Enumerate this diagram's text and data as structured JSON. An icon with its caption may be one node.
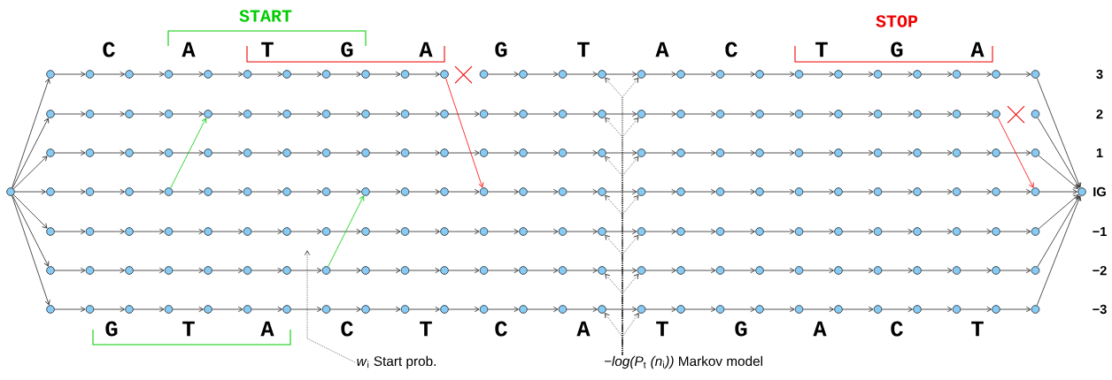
{
  "diagram": {
    "nodes": [
      {
        "text": [],
        "shape": "circle"
      },
      {
        "text": [],
        "shape": "circle"
      },
      {
        "text": [],
        "shape": "circle"
      },
      {
        "text": [],
        "shape": "circle"
      },
      {
        "text": [],
        "shape": "circle"
      },
      {
        "text": [],
        "shape": "circle"
      },
      {
        "text": [],
        "shape": "circle"
      },
      {
        "text": [],
        "shape": "circle"
      },
      {
        "text": [],
        "shape": "circle"
      },
      {
        "text": [],
        "shape": "circle"
      },
      {
        "text": [],
        "shape": "circle"
      },
      {
        "text": [],
        "shape": "circle"
      },
      {
        "text": [],
        "shape": "circle"
      },
      {
        "text": [],
        "shape": "circle"
      },
      {
        "text": [],
        "shape": "circle"
      },
      {
        "text": [],
        "shape": "circle"
      },
      {
        "text": [],
        "shape": "circle"
      },
      {
        "text": [],
        "shape": "circle"
      },
      {
        "text": [],
        "shape": "circle"
      },
      {
        "text": [],
        "shape": "circle"
      },
      {
        "text": [],
        "shape": "circle"
      },
      {
        "text": [],
        "shape": "circle"
      },
      {
        "text": [],
        "shape": "circle"
      },
      {
        "text": [],
        "shape": "circle"
      },
      {
        "text": [],
        "shape": "circle"
      },
      {
        "text": [],
        "shape": "circle"
      },
      {
        "text": [],
        "shape": "circle"
      },
      {
        "text": [],
        "shape": "circle"
      },
      {
        "text": [],
        "shape": "circle"
      },
      {
        "text": [],
        "shape": "circle"
      },
      {
        "text": [],
        "shape": "circle"
      },
      {
        "text": [],
        "shape": "circle"
      },
      {
        "text": [],
        "shape": "circle"
      },
      {
        "text": [],
        "shape": "circle"
      },
      {
        "text": [],
        "shape": "circle"
      },
      {
        "text": [],
        "shape": "circle"
      },
      {
        "text": [],
        "shape": "circle"
      },
      {
        "text": [],
        "shape": "circle"
      },
      {
        "text": [],
        "shape": "circle"
      },
      {
        "text": [],
        "shape": "circle"
      },
      {
        "text": [],
        "shape": "circle"
      },
      {
        "text": [],
        "shape": "circle"
      },
      {
        "text": [],
        "shape": "circle"
      },
      {
        "text": [],
        "shape": "circle"
      },
      {
        "text": [],
        "shape": "circle"
      },
      {
        "text": [],
        "shape": "circle"
      },
      {
        "text": [],
        "shape": "circle"
      },
      {
        "text": [],
        "shape": "circle"
      },
      {
        "text": [],
        "shape": "circle"
      },
      {
        "text": [],
        "shape": "circle"
      },
      {
        "text": [],
        "shape": "circle"
      },
      {
        "text": [],
        "shape": "circle"
      },
      {
        "text": [],
        "shape": "circle"
      },
      {
        "text": [],
        "shape": "circle"
      },
      {
        "text": [],
        "shape": "circle"
      },
      {
        "text": [],
        "shape": "circle"
      },
      {
        "text": [],
        "shape": "circle"
      },
      {
        "text": [],
        "shape": "circle"
      },
      {
        "text": [],
        "shape": "circle"
      },
      {
        "text": [],
        "shape": "circle"
      },
      {
        "text": [],
        "shape": "circle"
      },
      {
        "text": [],
        "shape": "circle"
      },
      {
        "text": [],
        "shape": "circle"
      },
      {
        "text": [],
        "shape": "circle"
      },
      {
        "text": [],
        "shape": "circle"
      },
      {
        "text": [],
        "shape": "circle"
      },
      {
        "text": [],
        "shape": "circle"
      },
      {
        "text": [],
        "shape": "circle"
      },
      {
        "text": [],
        "shape": "circle"
      },
      {
        "text": [],
        "shape": "circle"
      },
      {
        "text": [],
        "shape": "circle"
      },
      {
        "text": [],
        "shape": "circle"
      },
      {
        "text": [],
        "shape": "circle"
      },
      {
        "text": [],
        "shape": "circle"
      },
      {
        "text": [],
        "shape": "circle"
      },
      {
        "text": [],
        "shape": "circle"
      },
      {
        "text": [],
        "shape": "circle"
      },
      {
        "text": [],
        "shape": "circle"
      },
      {
        "text": [],
        "shape": "circle"
      },
      {
        "text": [],
        "shape": "circle"
      },
      {
        "text": [],
        "shape": "circle"
      },
      {
        "text": [],
        "shape": "circle"
      },
      {
        "text": [],
        "shape": "circle"
      },
      {
        "text": [],
        "shape": "circle"
      },
      {
        "text": [],
        "shape": "circle"
      },
      {
        "text": [],
        "shape": "circle"
      },
      {
        "text": [],
        "shape": "circle"
      },
      {
        "text": [],
        "shape": "circle"
      },
      {
        "text": [],
        "shape": "circle"
      },
      {
        "text": [],
        "shape": "circle"
      },
      {
        "text": [],
        "shape": "circle"
      },
      {
        "text": [],
        "shape": "circle"
      },
      {
        "text": [],
        "shape": "circle"
      },
      {
        "text": [],
        "shape": "circle"
      },
      {
        "text": [],
        "shape": "circle"
      },
      {
        "text": [],
        "shape": "circle"
      },
      {
        "text": [],
        "shape": "circle"
      },
      {
        "text": [],
        "shape": "circle"
      },
      {
        "text": [],
        "shape": "circle"
      },
      {
        "text": [],
        "shape": "circle"
      },
      {
        "text": [],
        "shape": "circle"
      },
      {
        "text": [],
        "shape": "circle"
      },
      {
        "text": [],
        "shape": "circle"
      },
      {
        "text": [],
        "shape": "circle"
      },
      {
        "text": [],
        "shape": "circle"
      },
      {
        "text": [],
        "shape": "circle"
      },
      {
        "text": [],
        "shape": "circle"
      },
      {
        "text": [],
        "shape": "circle"
      },
      {
        "text": [],
        "shape": "circle"
      },
      {
        "text": [],
        "shape": "circle"
      },
      {
        "text": [],
        "shape": "circle"
      },
      {
        "text": [],
        "shape": "circle"
      },
      {
        "text": [],
        "shape": "circle"
      },
      {
        "text": [],
        "shape": "circle"
      },
      {
        "text": [],
        "shape": "circle"
      },
      {
        "text": [],
        "shape": "circle"
      },
      {
        "text": [],
        "shape": "circle"
      },
      {
        "text": [],
        "shape": "circle"
      },
      {
        "text": [],
        "shape": "circle"
      },
      {
        "text": [],
        "shape": "circle"
      },
      {
        "text": [],
        "shape": "circle"
      },
      {
        "text": [],
        "shape": "circle"
      },
      {
        "text": [],
        "shape": "circle"
      },
      {
        "text": [],
        "shape": "circle"
      },
      {
        "text": [],
        "shape": "circle"
      },
      {
        "text": [],
        "shape": "circle"
      },
      {
        "text": [],
        "shape": "circle"
      },
      {
        "text": [],
        "shape": "circle"
      },
      {
        "text": [],
        "shape": "circle"
      },
      {
        "text": [],
        "shape": "circle"
      },
      {
        "text": [],
        "shape": "circle"
      },
      {
        "text": [],
        "shape": "circle"
      },
      {
        "text": [],
        "shape": "circle"
      },
      {
        "text": [],
        "shape": "circle"
      },
      {
        "text": [],
        "shape": "circle"
      },
      {
        "text": [],
        "shape": "circle"
      },
      {
        "text": [],
        "shape": "circle"
      },
      {
        "text": [],
        "shape": "circle"
      },
      {
        "text": [],
        "shape": "circle"
      },
      {
        "text": [],
        "shape": "circle"
      },
      {
        "text": [],
        "shape": "circle"
      },
      {
        "text": [],
        "shape": "circle"
      },
      {
        "text": [],
        "shape": "circle"
      },
      {
        "text": [],
        "shape": "circle"
      },
      {
        "text": [],
        "shape": "circle"
      },
      {
        "text": [],
        "shape": "circle"
      },
      {
        "text": [],
        "shape": "circle"
      },
      {
        "text": [],
        "shape": "circle"
      },
      {
        "text": [],
        "shape": "circle"
      },
      {
        "text": [],
        "shape": "circle"
      },
      {
        "text": [],
        "shape": "circle"
      },
      {
        "text": [],
        "shape": "circle"
      },
      {
        "text": [],
        "shape": "circle"
      },
      {
        "text": [],
        "shape": "circle"
      },
      {
        "text": [],
        "shape": "circle"
      },
      {
        "text": [],
        "shape": "circle"
      },
      {
        "text": [],
        "shape": "circle"
      },
      {
        "text": [],
        "shape": "circle"
      },
      {
        "text": [],
        "shape": "circle"
      },
      {
        "text": [],
        "shape": "circle"
      },
      {
        "text": [],
        "shape": "circle"
      },
      {
        "text": [],
        "shape": "circle"
      },
      {
        "text": [],
        "shape": "circle"
      },
      {
        "text": [],
        "shape": "circle"
      },
      {
        "text": [],
        "shape": "circle"
      },
      {
        "text": [],
        "shape": "circle"
      },
      {
        "text": [],
        "shape": "circle"
      },
      {
        "text": [],
        "shape": "circle"
      },
      {
        "text": [],
        "shape": "circle"
      },
      {
        "text": [],
        "shape": "circle"
      },
      {
        "text": [],
        "shape": "circle"
      },
      {
        "text": [],
        "shape": "circle"
      },
      {
        "text": [],
        "shape": "circle"
      },
      {
        "text": [],
        "shape": "circle"
      },
      {
        "text": [],
        "shape": "circle"
      },
      {
        "text": [],
        "shape": "circle"
      },
      {
        "text": [],
        "shape": "circle"
      },
      {
        "text": [],
        "shape": "circle"
      },
      {
        "text": [],
        "shape": "circle"
      },
      {
        "text": [],
        "shape": "circle"
      },
      {
        "text": [],
        "shape": "circle"
      },
      {
        "text": [],
        "shape": "circle"
      },
      {
        "text": [],
        "shape": "circle"
      },
      {
        "text": [],
        "shape": "circle"
      },
      {
        "text": [
          "*w*$_{i}$ Start prob."
        ]
      },
      {
        "text": [
          "*−log(P*$_{t}$ *(n*$_{i}$*))* Markov model"
        ]
      }
    ],
    "edges": [
      {
        "from": 0,
        "to": 1,
        "arrow": "to"
      },
      {
        "from": 0,
        "to": 27,
        "arrow": "to"
      },
      {
        "from": 0,
        "to": 53,
        "arrow": "to"
      },
      {
        "from": 0,
        "to": 79,
        "arrow": "to"
      },
      {
        "from": 0,
        "to": 105,
        "arrow": "to"
      },
      {
        "from": 0,
        "to": 131,
        "arrow": "to"
      },
      {
        "from": 0,
        "to": 157,
        "arrow": "to"
      },
      {
        "from": 1,
        "to": 2,
        "arrow": "to"
      },
      {
        "from": 2,
        "to": 3,
        "arrow": "to"
      },
      {
        "from": 3,
        "to": 4,
        "arrow": "to"
      },
      {
        "from": 4,
        "to": 5,
        "arrow": "to"
      },
      {
        "from": 5,
        "to": 6,
        "arrow": "to"
      },
      {
        "from": 6,
        "to": 7,
        "arrow": "to"
      },
      {
        "from": 7,
        "to": 8,
        "arrow": "to"
      },
      {
        "from": 8,
        "to": 9,
        "arrow": "to"
      },
      {
        "from": 9,
        "to": 10,
        "arrow": "to"
      },
      {
        "from": 10,
        "to": 11,
        "arrow": "to"
      },
      {
        "from": 12,
        "to": 13,
        "arrow": "to"
      },
      {
        "from": 13,
        "to": 14,
        "arrow": "to"
      },
      {
        "from": 14,
        "to": 15,
        "arrow": "to"
      },
      {
        "from": 15,
        "to": 16,
        "arrow": "to"
      },
      {
        "from": 16,
        "to": 17,
        "arrow": "to"
      },
      {
        "from": 17,
        "to": 18,
        "arrow": "to"
      },
      {
        "from": 18,
        "to": 19,
        "arrow": "to"
      },
      {
        "from": 19,
        "to": 20,
        "arrow": "to"
      },
      {
        "from": 20,
        "to": 21,
        "arrow": "to"
      },
      {
        "from": 21,
        "to": 22,
        "arrow": "to"
      },
      {
        "from": 22,
        "to": 23,
        "arrow": "to"
      },
      {
        "from": 23,
        "to": 24,
        "arrow": "to"
      },
      {
        "from": 24,
        "to": 25,
        "arrow": "to"
      },
      {
        "from": 25,
        "to": 26,
        "arrow": "to"
      },
      {
        "from": 27,
        "to": 28,
        "arrow": "to"
      },
      {
        "from": 28,
        "to": 29,
        "arrow": "to"
      },
      {
        "from": 29,
        "to": 30,
        "arrow": "to"
      },
      {
        "from": 30,
        "to": 31,
        "arrow": "to"
      },
      {
        "from": 31,
        "to": 32,
        "arrow": "to"
      },
      {
        "from": 32,
        "to": 33,
        "arrow": "to"
      },
      {
        "from": 33,
        "to": 34,
        "arrow": "to"
      },
      {
        "from": 34,
        "to": 35,
        "arrow": "to"
      },
      {
        "from": 35,
        "to": 36,
        "arrow": "to"
      },
      {
        "from": 36,
        "to": 37,
        "arrow": "to"
      },
      {
        "from": 37,
        "to": 38,
        "arrow": "to"
      },
      {
        "from": 38,
        "to": 39,
        "arrow": "to"
      },
      {
        "from": 39,
        "to": 40,
        "arrow": "to"
      },
      {
        "from": 40,
        "to": 41,
        "arrow": "to"
      },
      {
        "from": 41,
        "to": 42,
        "arrow": "to"
      },
      {
        "from": 42,
        "to": 43,
        "arrow": "to"
      },
      {
        "from": 43,
        "to": 44,
        "arrow": "to"
      },
      {
        "from": 44,
        "to": 45,
        "arrow": "to"
      },
      {
        "from": 45,
        "to": 46,
        "arrow": "to"
      },
      {
        "from": 46,
        "to": 47,
        "arrow": "to"
      },
      {
        "from": 47,
        "to": 48,
        "arrow": "to"
      },
      {
        "from": 48,
        "to": 49,
        "arrow": "to"
      },
      {
        "from": 49,
        "to": 50,
        "arrow": "to"
      },
      {
        "from": 50,
        "to": 51,
        "arrow": "to"
      },
      {
        "from": 53,
        "to": 54,
        "arrow": "to"
      },
      {
        "from": 54,
        "to": 55,
        "arrow": "to"
      },
      {
        "from": 55,
        "to": 56,
        "arrow": "to"
      },
      {
        "from": 56,
        "to": 57,
        "arrow": "to"
      },
      {
        "from": 57,
        "to": 58,
        "arrow": "to"
      },
      {
        "from": 58,
        "to": 59,
        "arrow": "to"
      },
      {
        "from": 59,
        "to": 60,
        "arrow": "to"
      },
      {
        "from": 60,
        "to": 61,
        "arrow": "to"
      },
      {
        "from": 61,
        "to": 62,
        "arrow": "to"
      },
      {
        "from": 62,
        "to": 63,
        "arrow": "to"
      },
      {
        "from": 63,
        "to": 64,
        "arrow": "to"
      },
      {
        "from": 64,
        "to": 65,
        "arrow": "to"
      },
      {
        "from": 65,
        "to": 66,
        "arrow": "to"
      },
      {
        "from": 66,
        "to": 67,
        "arrow": "to"
      },
      {
        "from": 67,
        "to": 68,
        "arrow": "to"
      },
      {
        "from": 68,
        "to": 69,
        "arrow": "to"
      },
      {
        "from": 69,
        "to": 70,
        "arrow": "to"
      },
      {
        "from": 70,
        "to": 71,
        "arrow": "to"
      },
      {
        "from": 71,
        "to": 72,
        "arrow": "to"
      },
      {
        "from": 72,
        "to": 73,
        "arrow": "to"
      },
      {
        "from": 73,
        "to": 74,
        "arrow": "to"
      },
      {
        "from": 74,
        "to": 75,
        "arrow": "to"
      },
      {
        "from": 75,
        "to": 76,
        "arrow": "to"
      },
      {
        "from": 76,
        "to": 77,
        "arrow": "to"
      },
      {
        "from": 77,
        "to": 78,
        "arrow": "to"
      },
      {
        "from": 79,
        "to": 80,
        "arrow": "to"
      },
      {
        "from": 80,
        "to": 81,
        "arrow": "to"
      },
      {
        "from": 81,
        "to": 82,
        "arrow": "to"
      },
      {
        "from": 82,
        "to": 83,
        "arrow": "to"
      },
      {
        "from": 83,
        "to": 84,
        "arrow": "to"
      },
      {
        "from": 84,
        "to": 85,
        "arrow": "to"
      },
      {
        "from": 85,
        "to": 86,
        "arrow": "to"
      },
      {
        "from": 86,
        "to": 87,
        "arrow": "to"
      },
      {
        "from": 87,
        "to": 88,
        "arrow": "to"
      },
      {
        "from": 88,
        "to": 89,
        "arrow": "to"
      },
      {
        "from": 89,
        "to": 90,
        "arrow": "to"
      },
      {
        "from": 90,
        "to": 91,
        "arrow": "to"
      },
      {
        "from": 91,
        "to": 92,
        "arrow": "to"
      },
      {
        "from": 92,
        "to": 93,
        "arrow": "to"
      },
      {
        "from": 93,
        "to": 94,
        "arrow": "to"
      },
      {
        "from": 94,
        "to": 95,
        "arrow": "to"
      },
      {
        "from": 95,
        "to": 96,
        "arrow": "to"
      },
      {
        "from": 96,
        "to": 97,
        "arrow": "to"
      },
      {
        "from": 97,
        "to": 98,
        "arrow": "to"
      },
      {
        "from": 98,
        "to": 99,
        "arrow": "to"
      },
      {
        "from": 99,
        "to": 100,
        "arrow": "to"
      },
      {
        "from": 100,
        "to": 101,
        "arrow": "to"
      },
      {
        "from": 101,
        "to": 102,
        "arrow": "to"
      },
      {
        "from": 102,
        "to": 103,
        "arrow": "to"
      },
      {
        "from": 103,
        "to": 104,
        "arrow": "to"
      },
      {
        "from": 105,
        "to": 106,
        "arrow": "to"
      },
      {
        "from": 106,
        "to": 107,
        "arrow": "to"
      },
      {
        "from": 107,
        "to": 108,
        "arrow": "to"
      },
      {
        "from": 108,
        "to": 109,
        "arrow": "to"
      },
      {
        "from": 109,
        "to": 110,
        "arrow": "to"
      },
      {
        "from": 110,
        "to": 111,
        "arrow": "to"
      },
      {
        "from": 111,
        "to": 112,
        "arrow": "to"
      },
      {
        "from": 112,
        "to": 113,
        "arrow": "to"
      },
      {
        "from": 113,
        "to": 114,
        "arrow": "to"
      },
      {
        "from": 114,
        "to": 115,
        "arrow": "to"
      },
      {
        "from": 115,
        "to": 116,
        "arrow": "to"
      },
      {
        "from": 116,
        "to": 117,
        "arrow": "to"
      },
      {
        "from": 117,
        "to": 118,
        "arrow": "to"
      },
      {
        "from": 118,
        "to": 119,
        "arrow": "to"
      },
      {
        "from": 119,
        "to": 120,
        "arrow": "to"
      },
      {
        "from": 120,
        "to": 121,
        "arrow": "to"
      },
      {
        "from": 121,
        "to": 122,
        "arrow": "to"
      },
      {
        "from": 122,
        "to": 123,
        "arrow": "to"
      },
      {
        "from": 123,
        "to": 124,
        "arrow": "to"
      },
      {
        "from": 124,
        "to": 125,
        "arrow": "to"
      },
      {
        "from": 125,
        "to": 126,
        "arrow": "to"
      },
      {
        "from": 126,
        "to": 127,
        "arrow": "to"
      },
      {
        "from": 127,
        "to": 128,
        "arrow": "to"
      },
      {
        "from": 128,
        "to": 129,
        "arrow": "to"
      },
      {
        "from": 129,
        "to": 130,
        "arrow": "to"
      },
      {
        "from": 131,
        "to": 132,
        "arrow": "to"
      },
      {
        "from": 132,
        "to": 133,
        "arrow": "to"
      },
      {
        "from": 133,
        "to": 134,
        "arrow": "to"
      },
      {
        "from": 134,
        "to": 135,
        "arrow": "to"
      },
      {
        "from": 135,
        "to": 136,
        "arrow": "to"
      },
      {
        "from": 136,
        "to": 137,
        "arrow": "to"
      },
      {
        "from": 137,
        "to": 138,
        "arrow": "to"
      },
      {
        "from": 138,
        "to": 139,
        "arrow": "to"
      },
      {
        "from": 139,
        "to": 140,
        "arrow": "to"
      },
      {
        "from": 140,
        "to": 141,
        "arrow": "to"
      },
      {
        "from": 141,
        "to": 142,
        "arrow": "to"
      },
      {
        "from": 142,
        "to": 143,
        "arrow": "to"
      },
      {
        "from": 143,
        "to": 144,
        "arrow": "to"
      },
      {
        "from": 144,
        "to": 145,
        "arrow": "to"
      },
      {
        "from": 145,
        "to": 146,
        "arrow": "to"
      },
      {
        "from": 146,
        "to": 147,
        "arrow": "to"
      },
      {
        "from": 147,
        "to": 148,
        "arrow": "to"
      },
      {
        "from": 148,
        "to": 149,
        "arrow": "to"
      },
      {
        "from": 149,
        "to": 150,
        "arrow": "to"
      },
      {
        "from": 150,
        "to": 151,
        "arrow": "to"
      },
      {
        "from": 151,
        "to": 152,
        "arrow": "to"
      },
      {
        "from": 152,
        "to": 153,
        "arrow": "to"
      },
      {
        "from": 153,
        "to": 154,
        "arrow": "to"
      },
      {
        "from": 154,
        "to": 155,
        "arrow": "to"
      },
      {
        "from": 155,
        "to": 156,
        "arrow": "to"
      },
      {
        "from": 157,
        "to": 158,
        "arrow": "to"
      },
      {
        "from": 158,
        "to": 159,
        "arrow": "to"
      },
      {
        "from": 159,
        "to": 160,
        "arrow": "to"
      },
      {
        "from": 160,
        "to": 161,
        "arrow": "to"
      },
      {
        "from": 161,
        "to": 162,
        "arrow": "to"
      },
      {
        "from": 162,
        "to": 163,
        "arrow": "to"
      },
      {
        "from": 163,
        "to": 164,
        "arrow": "to"
      },
      {
        "from": 164,
        "to": 165,
        "arrow": "to"
      },
      {
        "from": 165,
        "to": 166,
        "arrow": "to"
      },
      {
        "from": 166,
        "to": 167,
        "arrow": "to"
      },
      {
        "from": 167,
        "to": 168,
        "arrow": "to"
      },
      {
        "from": 168,
        "to": 169,
        "arrow": "to"
      },
      {
        "from": 169,
        "to": 170,
        "arrow": "to"
      },
      {
        "from": 170,
        "to": 171,
        "arrow": "to"
      },
      {
        "from": 171,
        "to": 172,
        "arrow": "to"
      },
      {
        "from": 172,
        "to": 173,
        "arrow": "to"
      },
      {
        "from": 173,
        "to": 174,
        "arrow": "to"
      },
      {
        "from": 174,
        "to": 175,
        "arrow": "to"
      },
      {
        "from": 175,
        "to": 176,
        "arrow": "to"
      },
      {
        "from": 176,
        "to": 177,
        "arrow": "to"
      },
      {
        "from": 177,
        "to": 178,
        "arrow": "to"
      },
      {
        "from": 178,
        "to": 179,
        "arrow": "to"
      },
      {
        "from": 179,
        "to": 180,
        "arrow": "to"
      },
      {
        "from": 180,
        "to": 181,
        "arrow": "to"
      },
      {
        "from": 181,
        "to": 182,
        "arrow": "to"
      },
      {
        "from": 26,
        "to": 183,
        "arrow": "to"
      },
      {
        "from": 52,
        "to": 183,
        "arrow": "to"
      },
      {
        "from": 78,
        "to": 183,
        "arrow": "to"
      },
      {
        "from": 104,
        "to": 183,
        "arrow": "to"
      },
      {
        "from": 130,
        "to": 183,
        "arrow": "to"
      },
      {
        "from": 156,
        "to": 183,
        "arrow": "to"
      },
      {
        "from": 182,
        "to": 183,
        "arrow": "to"
      },
      {
        "from": 82,
        "to": 31,
        "arrow": "to",
        "color": "#00cc00"
      },
      {
        "from": 138,
        "to": 87,
        "arrow": "to",
        "color": "#00cc00"
      },
      {
        "from": 11,
        "to": 90,
        "arrow": "to",
        "color": "#ff0000"
      },
      {
        "from": 51,
        "to": 104,
        "arrow": "to",
        "color": "#ff0000"
      },
      {
        "from": 184,
        "to": null,
        "arrow": "to",
        "style": "dashed"
      },
      {
        "from": 185,
        "to": 15,
        "arrow": "to",
        "style": "dashed"
      },
      {
        "from": 185,
        "to": 16,
        "arrow": "to",
        "style": "dashed"
      },
      {
        "from": 185,
        "to": 41,
        "arrow": "to",
        "style": "dashed"
      },
      {
        "from": 185,
        "to": 42,
        "arrow": "to",
        "style": "dashed"
      },
      {
        "from": 185,
        "to": 67,
        "arrow": "to",
        "style": "dashed"
      },
      {
        "from": 185,
        "to": 68,
        "arrow": "to",
        "style": "dashed"
      },
      {
        "from": 185,
        "to": 93,
        "arrow": "to",
        "style": "dashed"
      },
      {
        "from": 185,
        "to": 94,
        "arrow": "to",
        "style": "dashed"
      },
      {
        "from": 185,
        "to": 119,
        "arrow": "to",
        "style": "dashed"
      },
      {
        "from": 185,
        "to": 120,
        "arrow": "to",
        "style": "dashed"
      },
      {
        "from": 185,
        "to": 145,
        "arrow": "to",
        "style": "dashed"
      },
      {
        "from": 185,
        "to": 146,
        "arrow": "to",
        "style": "dashed"
      },
      {
        "from": 185,
        "to": 171,
        "arrow": "to",
        "style": "dashed"
      },
      {
        "from": 185,
        "to": 172,
        "arrow": "to",
        "style": "dashed"
      }
    ],
    "labels": [
      "START",
      "STOP",
      "C",
      "A",
      "T",
      "G",
      "A",
      "G",
      "T",
      "A",
      "C",
      "T",
      "G",
      "A",
      "3",
      "2",
      "1",
      "IG",
      "−1",
      "−2",
      "−3",
      "G",
      "T",
      "A",
      "C",
      "T",
      "C",
      "A",
      "T",
      "G",
      "A",
      "C",
      "T"
    ]
  }
}
